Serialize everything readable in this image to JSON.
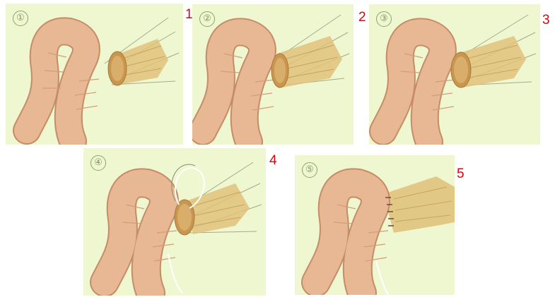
{
  "panels": [
    {
      "circled": "①",
      "label": "1"
    },
    {
      "circled": "②",
      "label": "2"
    },
    {
      "circled": "③",
      "label": "3"
    },
    {
      "circled": "④",
      "label": "4"
    },
    {
      "circled": "⑤",
      "label": "5"
    }
  ],
  "colors": {
    "panel_background": "#eef7cf",
    "colon": "#e7b893",
    "colon_outline": "#c58c68",
    "tissue": "#e0c27c",
    "label": "#e0000b"
  }
}
